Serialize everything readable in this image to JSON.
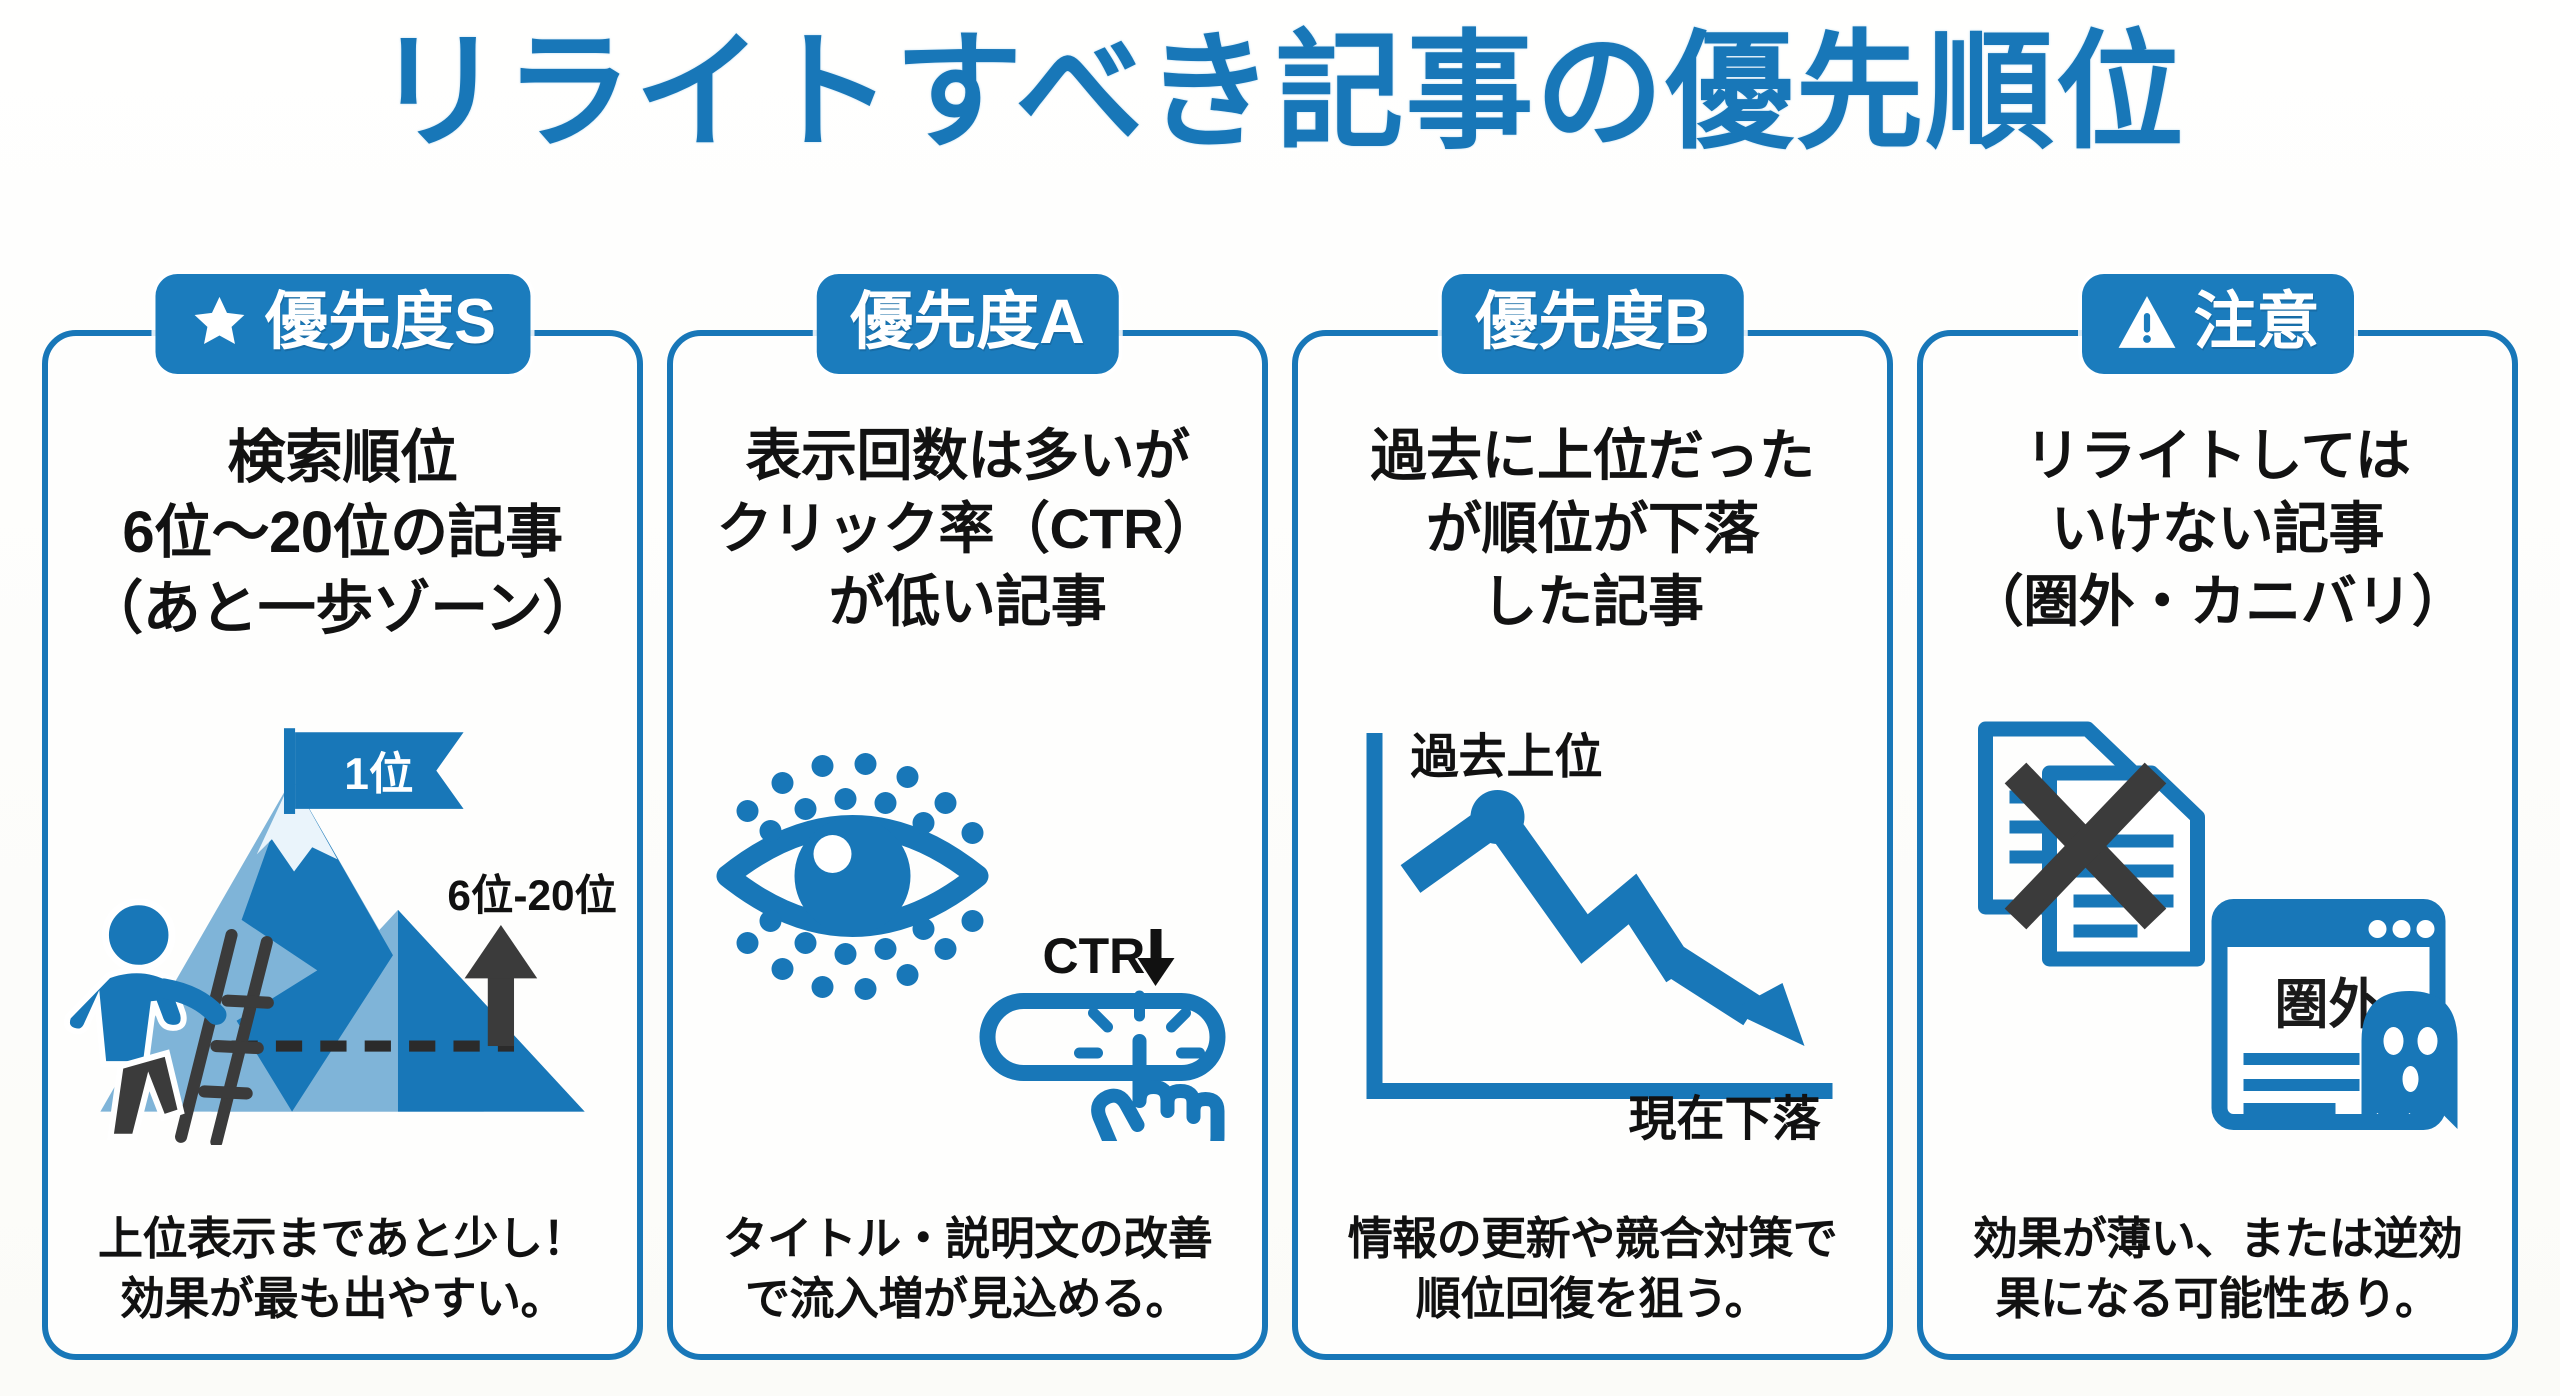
{
  "title": "リライトすべき記事の優先順位",
  "colors": {
    "brand_blue": "#1877b8",
    "badge_blue": "#1b7cbd",
    "mountain_light": "#7fb4d8",
    "dark_gray": "#3b3b3b",
    "text_black": "#111111",
    "background": "#fdfdfb"
  },
  "cards": [
    {
      "badge_icon": "star-icon",
      "badge_label": "優先度S",
      "headline": "検索順位\n6位〜20位の記事\n（あと一歩ゾーン）",
      "art": {
        "name": "mountain-climb-illustration",
        "flag_label": "1位",
        "range_label": "6位-20位"
      },
      "footnote": "上位表示まであと少し！\n効果が最も出やすい。"
    },
    {
      "badge_icon": "none",
      "badge_label": "優先度A",
      "headline": "表示回数は多いが\nクリック率（CTR）\nが低い記事",
      "art": {
        "name": "eye-ctr-illustration",
        "ctr_label": "CTR↓"
      },
      "footnote": "タイトル・説明文の改善\nで流入増が見込める。"
    },
    {
      "badge_icon": "none",
      "badge_label": "優先度B",
      "headline": "過去に上位だった\nが順位が下落\nした記事",
      "art": {
        "name": "declining-chart-illustration",
        "top_label": "過去上位",
        "bottom_label": "現在下落"
      },
      "footnote": "情報の更新や競合対策で\n順位回復を狙う。"
    },
    {
      "badge_icon": "warning-icon",
      "badge_label": "注意",
      "headline": "リライトしては\nいけない記事\n（圏外・カニバリ）",
      "art": {
        "name": "no-rewrite-illustration",
        "window_label": "圏外"
      },
      "footnote": "効果が薄い、または逆効\n果になる可能性あり。"
    }
  ]
}
